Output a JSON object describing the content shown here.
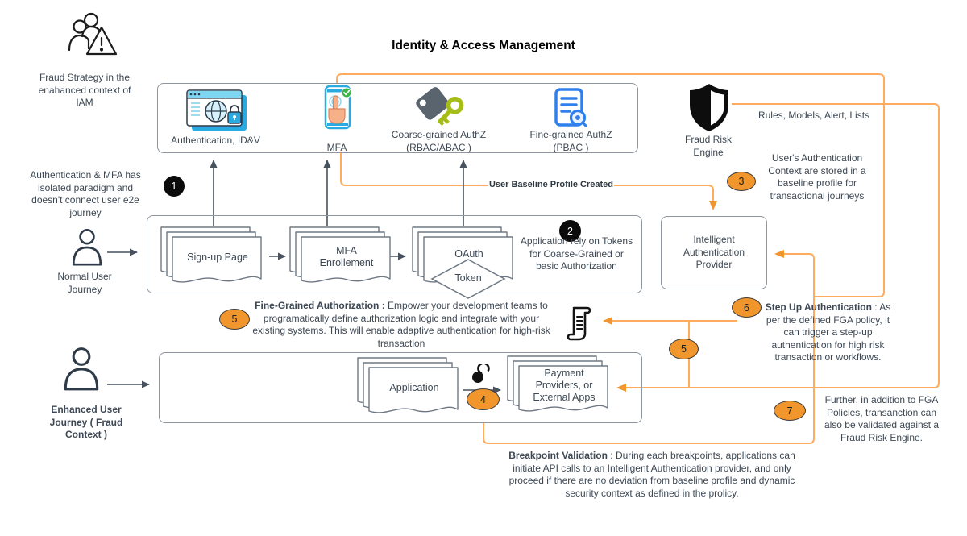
{
  "title": "Identity & Access Management",
  "fraud_strategy": {
    "caption": "Fraud Strategy in the\nenahanced context of\nIAM"
  },
  "iam": {
    "items": [
      {
        "label": "Authentication, ID&V",
        "icon": "browser-lock-icon"
      },
      {
        "label": "MFA",
        "icon": "mfa-phone-icon"
      },
      {
        "label": "Coarse-grained AuthZ\n(RBAC/ABAC )",
        "icon": "tag-key-icon"
      },
      {
        "label": "Fine-grained AuthZ\n(PBAC )",
        "icon": "policy-doc-search-icon"
      }
    ]
  },
  "fraud_engine": {
    "label": "Fraud Risk\nEngine",
    "outputs": "Rules, Models, Alert, Lists"
  },
  "journeys": {
    "normal": {
      "label": "Normal User\nJourney",
      "steps": [
        "Sign-up Page",
        "MFA\nEnrollement",
        "OAuth"
      ],
      "token": "Token"
    },
    "enhanced": {
      "label": "Enhanced User\nJourney ( Fraud\nContext )",
      "application": "Application",
      "payment": "Payment\nProviders, or\nExternal Apps"
    }
  },
  "iap": {
    "label": "Intelligent\nAuthentication\nProvider"
  },
  "connectors": {
    "baseline_label": "User Baseline Profile Created"
  },
  "badges": {
    "n1": "1",
    "n2": "2",
    "n3": "3",
    "n4": "4",
    "n5": "5",
    "n6": "6",
    "n7": "7"
  },
  "notes": {
    "isolated": "Authentication & MFA has\nisolated paradigm and\ndoesn't connect user e2e\njourney",
    "tokens": "Application rely on Tokens\nfor Coarse-Grained or\nbasic Authorization",
    "baseline_context": "User's Authentication\nContext are stored in a\nbaseline profile for\ntransactional journeys",
    "fga_title": "Fine-Grained Authorization :",
    "fga_text": " Empower your development teams to programatically define authorization logic and integrate with your existing systems. This will enable adaptive authentication for high-risk transaction",
    "stepup_title": "Step Up Authentication",
    "stepup_text": " : As per the defined FGA policy, it can trigger a step-up authentication for high risk transaction or workflows.",
    "fraud_validation": "Further, in addition to FGA\nPolicies, transanction can\nalso be validated against a\nFraud Risk Engine.",
    "breakpoint_title": "Breakpoint Validation",
    "breakpoint_text": " : During each breakpoints, applications can initiate API calls to an Intelligent Authentication provider, and only proceed if there are no deviation from baseline profile and dynamic security context as defined in the prolicy."
  },
  "colors": {
    "accent_orange": "#f0962d",
    "line_orange": "#ffac61",
    "ink": "#3d4854"
  }
}
